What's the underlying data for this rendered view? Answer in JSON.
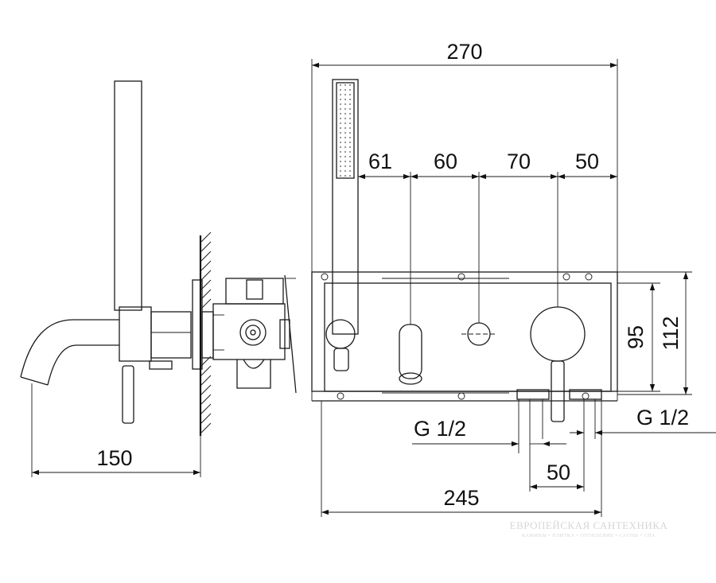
{
  "dimensions": {
    "side_depth": "150",
    "total_width": "270",
    "seg_1": "61",
    "seg_2": "60",
    "seg_3": "70",
    "seg_4": "50",
    "height_inner": "95",
    "height_outer": "112",
    "thread_left": "G 1/2",
    "thread_right": "G 1/2",
    "port_spacing": "50",
    "body_width": "245"
  },
  "watermark": {
    "title": "ЕВРОПЕЙСКАЯ САНТЕХНИКА",
    "tagline": "КАМИНЫ • ПЛИТКА • ОТОПЛЕНИЕ • САУНЫ • СПА"
  }
}
